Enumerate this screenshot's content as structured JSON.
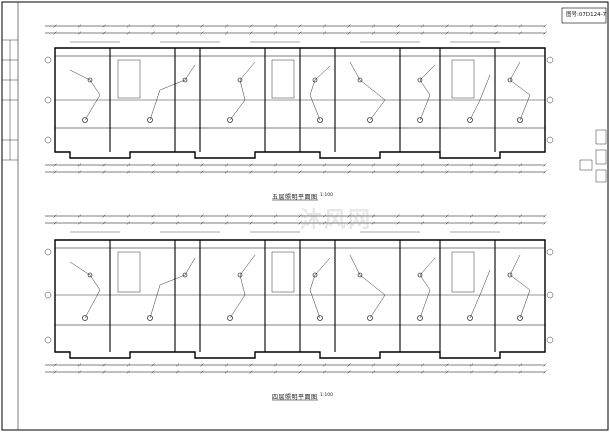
{
  "drawing_number": "图号:07D124-7",
  "plans": [
    {
      "title": "五层照明平面图",
      "scale": "1:100"
    },
    {
      "title": "四层照明平面图",
      "scale": "1:100"
    }
  ],
  "watermark": "沐风网",
  "colors": {
    "line": "#000000",
    "background": "#ffffff"
  }
}
